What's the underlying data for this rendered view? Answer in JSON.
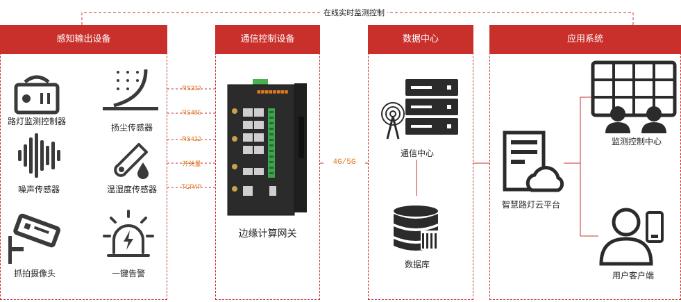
{
  "top": {
    "label": "在线实时监测控制"
  },
  "sensing": {
    "title": "感知输出设备",
    "items": [
      "路灯监测控制器",
      "扬尘传感器",
      "噪声传感器",
      "温湿度传感器",
      "抓拍摄像头",
      "一键告警"
    ]
  },
  "comm": {
    "title": "通信控制设备",
    "interfaces": [
      "RS232",
      "RS485",
      "RS422",
      "开关量",
      "TCP/IP"
    ],
    "device_label": "边缘计算网关",
    "link_label": "4G/5G"
  },
  "data_center": {
    "title": "数据中心",
    "items": [
      "通信中心",
      "数据库"
    ]
  },
  "apps": {
    "title": "应用系统",
    "platform": "智慧路灯云平台",
    "items": [
      "监测控制中心",
      "用户客户端"
    ]
  },
  "colors": {
    "accent": "#c9302c",
    "interface_text": "#e07a1f",
    "icon": "#3a3a3a"
  }
}
